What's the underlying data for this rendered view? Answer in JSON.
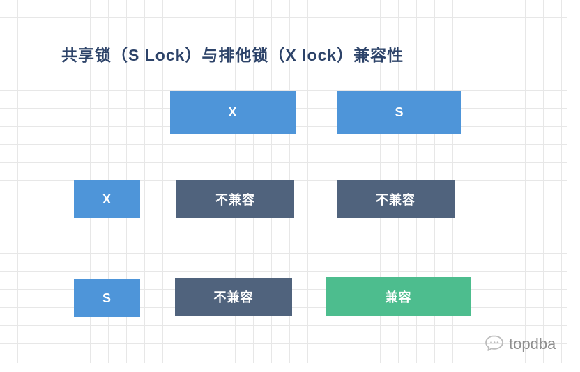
{
  "title": "共享锁（S Lock）与排他锁（X lock）兼容性",
  "matrix": {
    "col_headers": [
      "X",
      "S"
    ],
    "row_headers": [
      "X",
      "S"
    ],
    "cells": [
      [
        "不兼容",
        "不兼容"
      ],
      [
        "不兼容",
        "兼容"
      ]
    ]
  },
  "colors": {
    "header_blue": "#4e95d9",
    "incompatible_slate": "#50637d",
    "compatible_green": "#4dbd8e",
    "title_navy": "#2d4369",
    "grid_line": "#e7e7e7"
  },
  "watermark": {
    "label": "topdba",
    "icon": "wechat-chat-bubble-icon"
  }
}
